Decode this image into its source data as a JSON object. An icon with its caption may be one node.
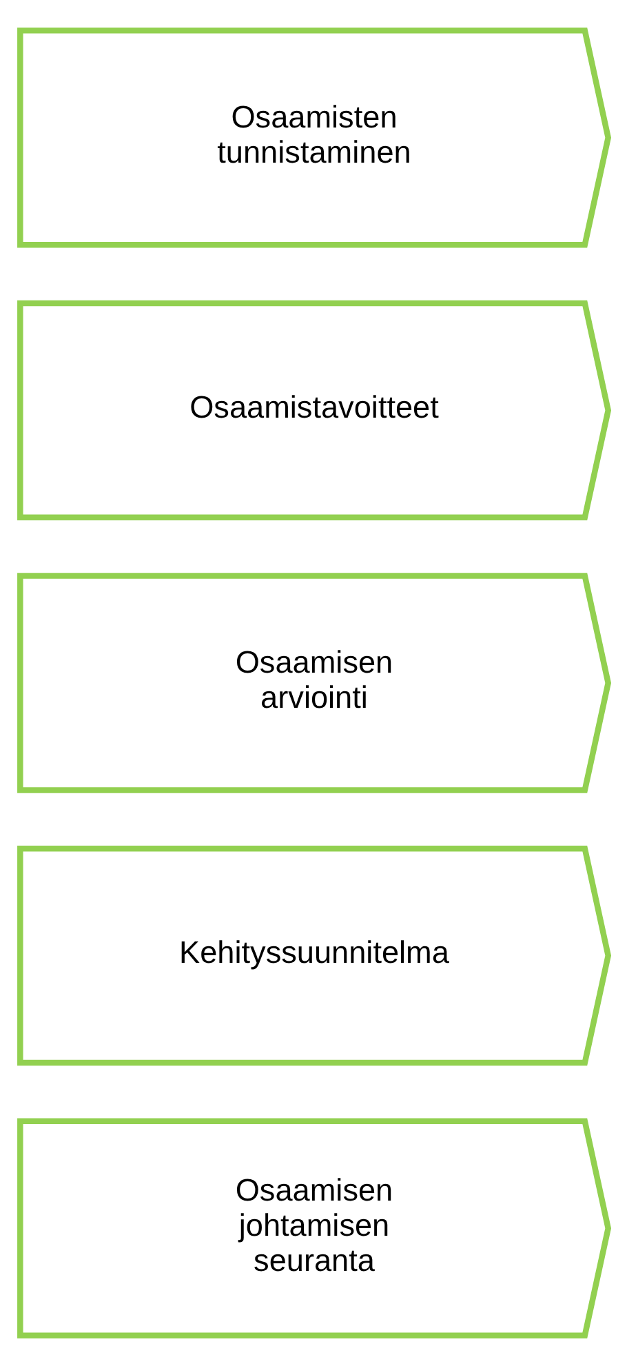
{
  "diagram": {
    "nodes": [
      {
        "text": [
          "Osaamisten tunnistaminen"
        ]
      },
      {
        "text": [
          "Osaamistavoitteet"
        ]
      },
      {
        "text": [
          "Osaamisen arviointi"
        ]
      },
      {
        "text": [
          "Kehityssuunnitelma"
        ]
      },
      {
        "text": [
          "Osaamisen johtamisen seuranta"
        ]
      }
    ]
  }
}
